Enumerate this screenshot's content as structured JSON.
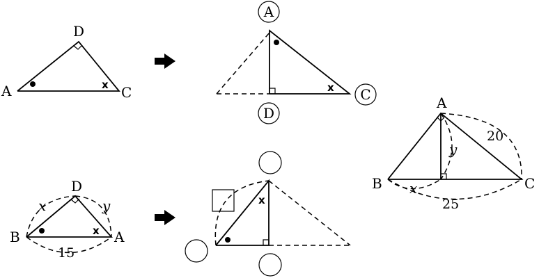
{
  "fig1": {
    "A": "A",
    "D": "D",
    "C": "C",
    "angle_mark": "x"
  },
  "fig2": {
    "A": "A",
    "D": "D",
    "C": "C",
    "angle_mark": "x"
  },
  "fig3": {
    "D": "D",
    "B": "B",
    "A": "A",
    "side_BD": "x",
    "side_DA": "y",
    "side_BA": "15",
    "angle_mark": "x"
  },
  "fig4": {
    "angle_mark": "x"
  },
  "fig5": {
    "A": "A",
    "B": "B",
    "C": "C",
    "side_AD": "y",
    "side_BD": "x",
    "side_AC": "20",
    "side_BC": "25"
  }
}
